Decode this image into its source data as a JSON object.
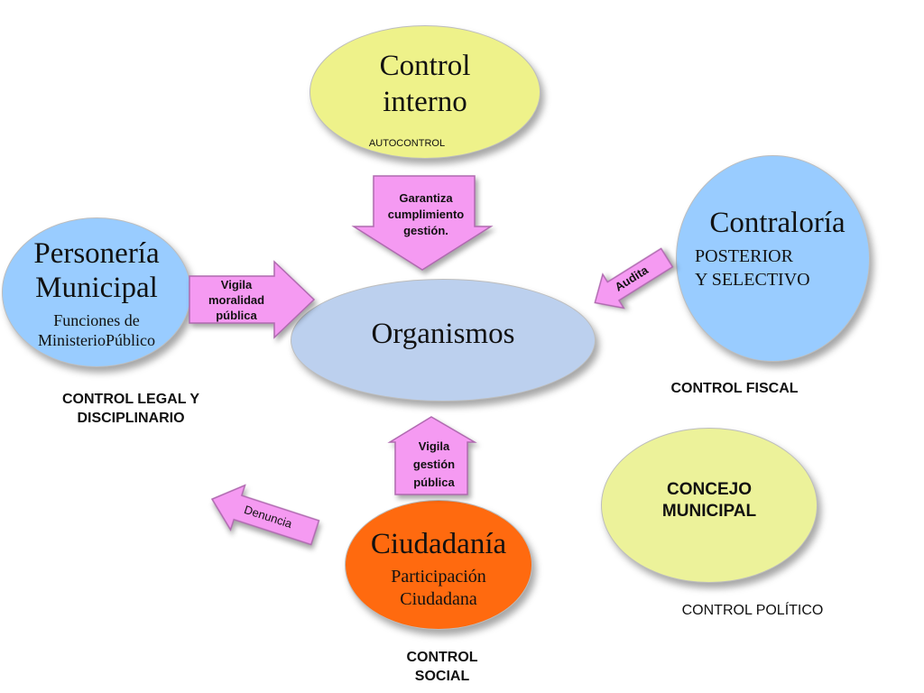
{
  "nodes": {
    "control_interno": {
      "title_line1": "Control",
      "title_line2": "interno",
      "sub": "AUTOCONTROL"
    },
    "contraloria": {
      "title": "Contraloría",
      "sub_line1": "POSTERIOR",
      "sub_line2": "Y SELECTIVO"
    },
    "personeria": {
      "title_line1": "Personería",
      "title_line2": "Municipal",
      "sub_line1": "Funciones de",
      "sub_line2": "MinisterioPúblico"
    },
    "organismos": {
      "title": "Organismos"
    },
    "ciudadania": {
      "title": "Ciudadanía",
      "sub_line1": "Participación",
      "sub_line2": "Ciudadana"
    },
    "concejo": {
      "title_line1": "CONCEJO",
      "title_line2": "MUNICIPAL"
    }
  },
  "arrows": {
    "garantiza": {
      "line1": "Garantiza",
      "line2": "cumplimiento",
      "line3": "gestión."
    },
    "audita": {
      "text": "Audita"
    },
    "vigila_moralidad": {
      "line1": "Vigila",
      "line2": "moralidad",
      "line3": "pública"
    },
    "vigila_gestion": {
      "line1": "Vigila",
      "line2": "gestión",
      "line3": "pública"
    },
    "denuncia": {
      "text": "Denuncia"
    }
  },
  "captions": {
    "control_fiscal": "CONTROL FISCAL",
    "control_legal_line1": "CONTROL LEGAL Y",
    "control_legal_line2": "DISCIPLINARIO",
    "control_politico": "CONTROL POLÍTICO",
    "control_social_line1": "CONTROL",
    "control_social_line2": "SOCIAL"
  },
  "colors": {
    "control_interno": "#eef28a",
    "contraloria": "#99ccff",
    "personeria": "#99ccff",
    "organismos": "#bcd0ee",
    "ciudadania": "#ff6a0f",
    "concejo": "#ecf29a",
    "arrow_fill": "#f59af2"
  }
}
